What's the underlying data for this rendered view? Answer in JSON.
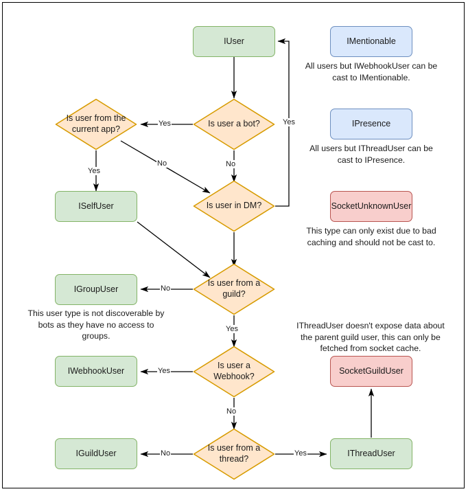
{
  "diagram": {
    "title": "Discord.Net user type resolution flowchart",
    "colors": {
      "green_fill": "#d5e8d4",
      "green_border": "#82b366",
      "blue_fill": "#dae8fc",
      "blue_border": "#6c8ebf",
      "red_fill": "#f8cecc",
      "red_border": "#b85450",
      "orange_fill": "#ffe6cc",
      "orange_border": "#d79b00",
      "edge_color": "#000000",
      "text_color": "#1a1a1a",
      "frame_border": "#000000"
    }
  },
  "nodes": {
    "iuser": "IUser",
    "imentionable": "IMentionable",
    "ipresence": "IPresence",
    "socket_unknown_user": "SocketUnknownUser",
    "socket_guild_user": "SocketGuildUser",
    "iselfuser": "ISelfUser",
    "igroupuser": "IGroupUser",
    "iwebhookuser": "IWebhookUser",
    "iguilduser": "IGuildUser",
    "ithreaduser": "IThreadUser"
  },
  "decisions": {
    "is_bot": "Is user a bot?",
    "current_app": "Is user from the current app?",
    "in_dm": "Is user in DM?",
    "from_guild": "Is user from a guild?",
    "is_webhook": "Is user a Webhook?",
    "from_thread": "Is user from a thread?"
  },
  "notes": {
    "mentionable": "All users but IWebhookUser can be cast to IMentionable.",
    "presence": "All users but IThreadUser can be cast to IPresence.",
    "socket_unknown": "This type can only exist due to bad caching and should not be cast to.",
    "group_user": "This user type is not discoverable by bots as they have no access to groups.",
    "thread_user": "IThreadUser doesn't expose data about the parent guild user, this can only be fetched from socket cache."
  },
  "edge_labels": {
    "bot_yes": "Yes",
    "bot_no": "No",
    "dm_yes": "Yes",
    "current_app_yes": "Yes",
    "current_app_no": "No",
    "guild_no": "No",
    "guild_yes": "Yes",
    "webhook_yes": "Yes",
    "webhook_no": "No",
    "thread_no": "No",
    "thread_yes": "Yes"
  }
}
